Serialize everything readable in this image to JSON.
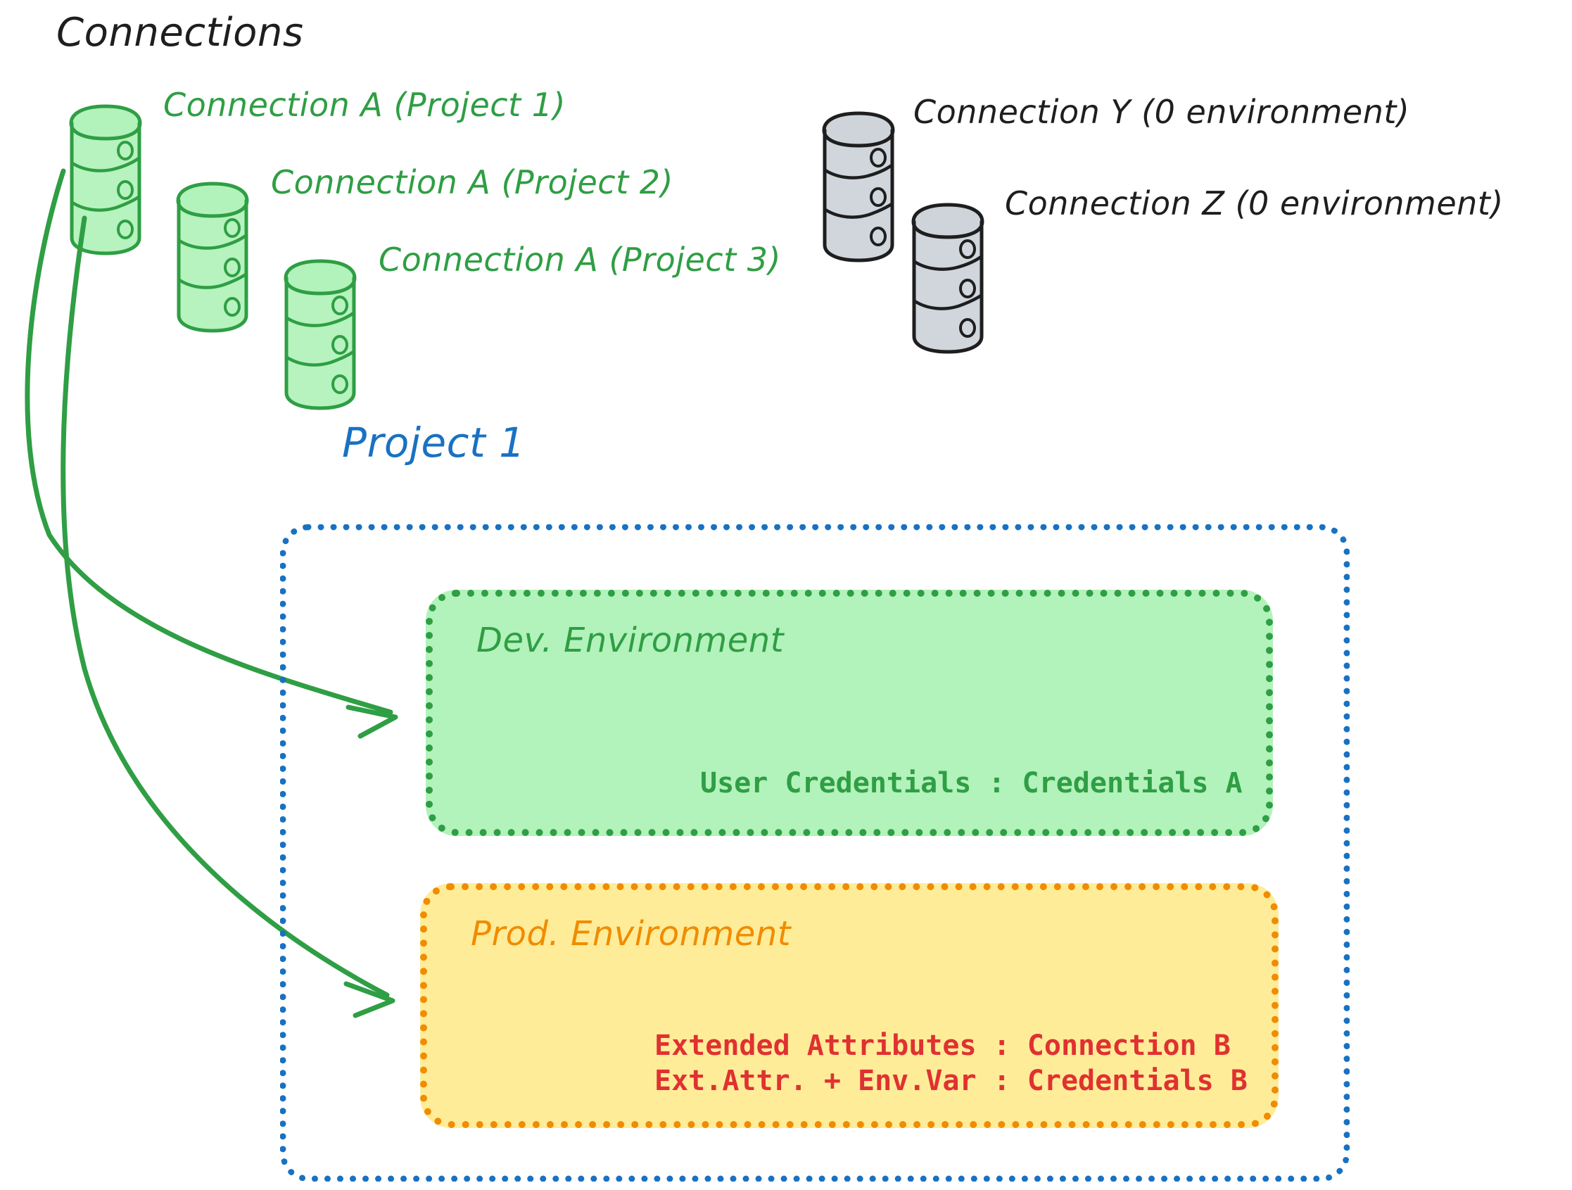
{
  "title": "Connections",
  "colors": {
    "green_stroke": "#2f9e44",
    "green_fill": "#b2f2bb",
    "gray_stroke": "#1e1e1e",
    "gray_fill": "#ced4da",
    "blue": "#1971c2",
    "orange": "#f08c00",
    "yellow_fill": "#ffec99",
    "red": "#e03131"
  },
  "connections": [
    {
      "id": "connection-a-project-1",
      "label": "Connection A (Project 1)",
      "style": "green",
      "icon": "database-icon"
    },
    {
      "id": "connection-a-project-2",
      "label": "Connection A (Project 2)",
      "style": "green",
      "icon": "database-icon"
    },
    {
      "id": "connection-a-project-3",
      "label": "Connection A (Project 3)",
      "style": "green",
      "icon": "database-icon"
    },
    {
      "id": "connection-y",
      "label": "Connection Y (0 environment)",
      "style": "gray",
      "icon": "database-icon"
    },
    {
      "id": "connection-z",
      "label": "Connection Z (0 environment)",
      "style": "gray",
      "icon": "database-icon"
    }
  ],
  "project": {
    "title": "Project 1",
    "environments": [
      {
        "id": "dev-environment",
        "title": "Dev. Environment",
        "lines": [
          "User Credentials : Credentials A"
        ]
      },
      {
        "id": "prod-environment",
        "title": "Prod. Environment",
        "lines": [
          "Extended Attributes : Connection B",
          "Ext.Attr. + Env.Var : Credentials B"
        ]
      }
    ]
  },
  "arrows": [
    {
      "id": "arrow-connection-a-to-dev",
      "from": "connection-a-project-1",
      "to": "dev-environment"
    },
    {
      "id": "arrow-connection-a-to-prod",
      "from": "connection-a-project-1",
      "to": "prod-environment"
    }
  ]
}
